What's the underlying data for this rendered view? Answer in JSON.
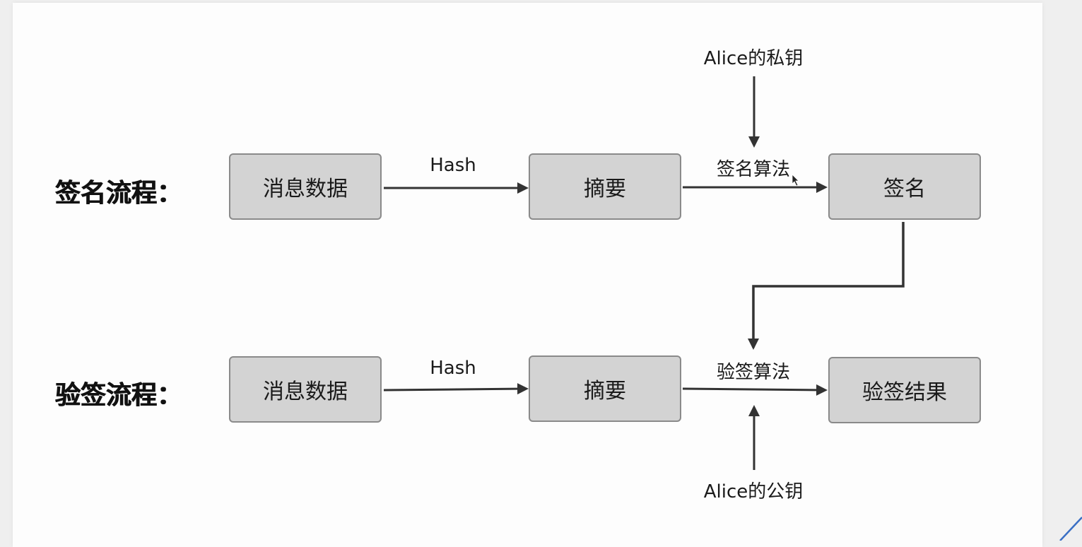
{
  "diagram": {
    "sign_flow": {
      "row_label": "签名流程：",
      "nodes": {
        "message": "消息数据",
        "digest": "摘要",
        "signature": "签名"
      },
      "edges": {
        "hash_label": "Hash",
        "algorithm_label": "签名算法",
        "key_label": "Alice的私钥"
      }
    },
    "verify_flow": {
      "row_label": "验签流程：",
      "nodes": {
        "message": "消息数据",
        "digest": "摘要",
        "result": "验签结果"
      },
      "edges": {
        "hash_label": "Hash",
        "algorithm_label": "验签算法",
        "key_label": "Alice的公钥"
      }
    },
    "colors": {
      "box_fill": "#d3d3d3",
      "box_border": "#8a8a8a",
      "arrow": "#333333",
      "accent_line": "#3a6fc4"
    }
  }
}
